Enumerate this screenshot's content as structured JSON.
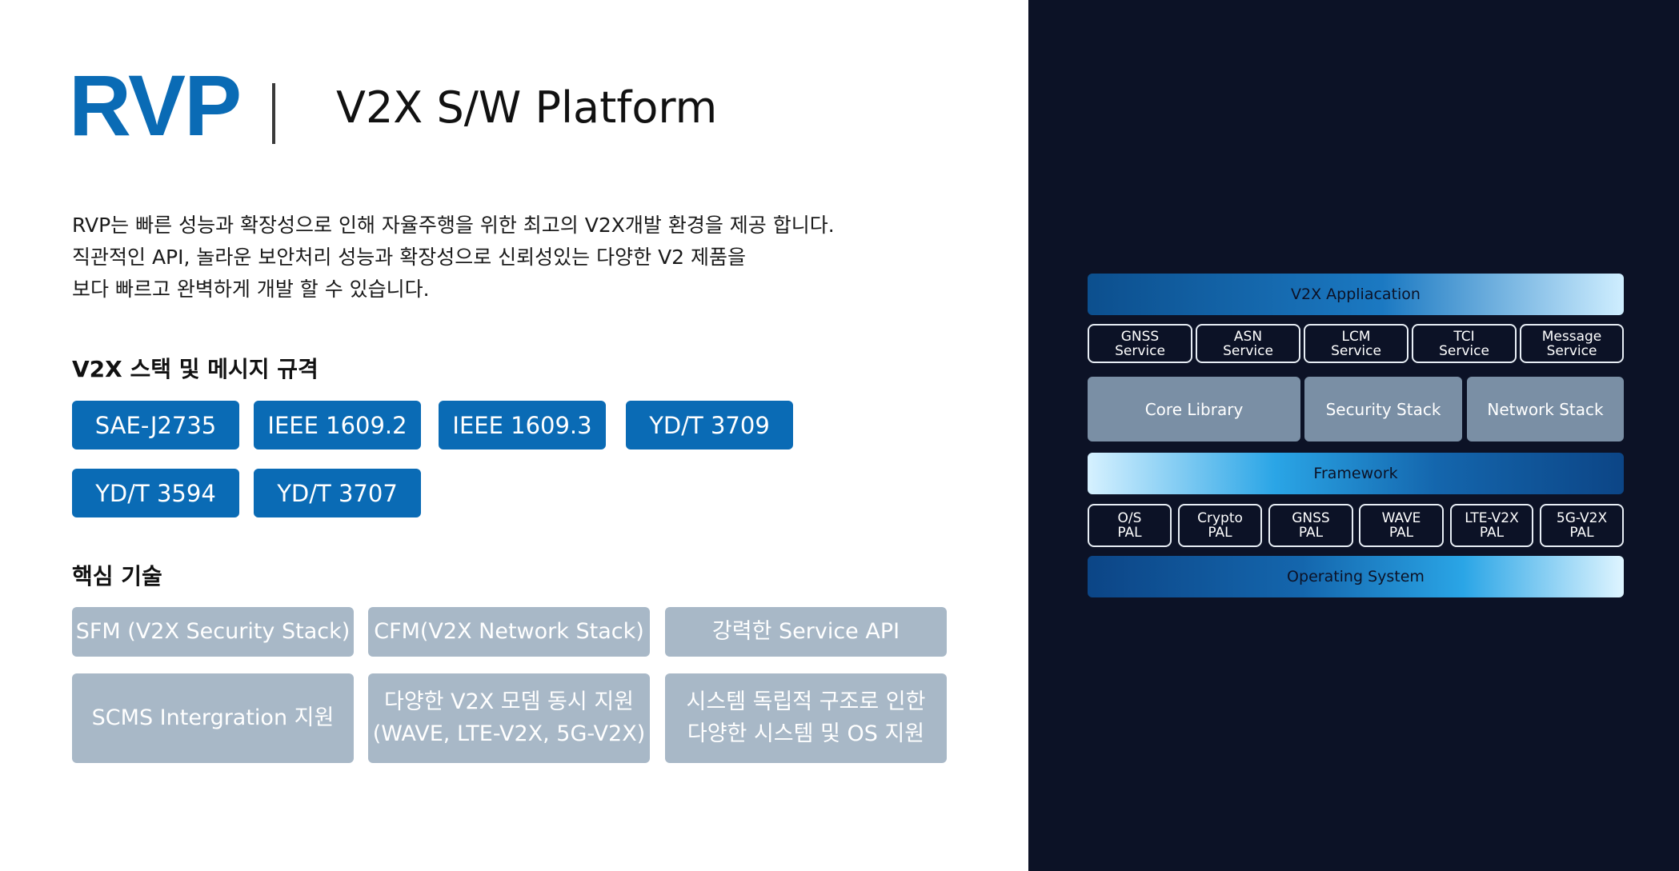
{
  "header": {
    "brand": "RVP",
    "subtitle": "V2X S/W Platform"
  },
  "intro": {
    "lines": [
      "RVP는 빠른 성능과 확장성으로 인해 자율주행을 위한 최고의 V2X개발 환경을 제공 합니다.",
      "직관적인 API, 놀라운 보안처리 성능과 확장성으로 신뢰성있는 다양한 V2 제품을",
      "보다 빠르고 완벽하게 개발 할 수 있습니다."
    ]
  },
  "standards": {
    "title": "V2X 스택 및 메시지 규격",
    "tags": [
      "SAE-J2735",
      "IEEE 1609.2",
      "IEEE 1609.3",
      "YD/T 3709",
      "YD/T 3594",
      "YD/T 3707"
    ]
  },
  "core_tech": {
    "title": "핵심 기술",
    "items": [
      {
        "line1": "SFM (V2X Security Stack)",
        "line2": ""
      },
      {
        "line1": "CFM(V2X Network Stack)",
        "line2": ""
      },
      {
        "line1": "강력한 Service API",
        "line2": ""
      },
      {
        "line1": "SCMS Intergration 지원",
        "line2": ""
      },
      {
        "line1": "다양한 V2X 모뎀 동시 지원",
        "line2": "(WAVE, LTE-V2X, 5G-V2X)"
      },
      {
        "line1": "시스템 독립적 구조로 인한",
        "line2": "다양한 시스템 및 OS 지원"
      }
    ]
  },
  "diagram": {
    "application": "V2X Appliacation",
    "services": [
      {
        "l1": "GNSS",
        "l2": "Service"
      },
      {
        "l1": "ASN",
        "l2": "Service"
      },
      {
        "l1": "LCM",
        "l2": "Service"
      },
      {
        "l1": "TCI",
        "l2": "Service"
      },
      {
        "l1": "Message",
        "l2": "Service"
      }
    ],
    "libraries": [
      "Core Library",
      "Security Stack",
      "Network Stack"
    ],
    "framework": "Framework",
    "pals": [
      {
        "l1": "O/S",
        "l2": "PAL"
      },
      {
        "l1": "Crypto",
        "l2": "PAL"
      },
      {
        "l1": "GNSS",
        "l2": "PAL"
      },
      {
        "l1": "WAVE",
        "l2": "PAL"
      },
      {
        "l1": "LTE-V2X",
        "l2": "PAL"
      },
      {
        "l1": "5G-V2X",
        "l2": "PAL"
      }
    ],
    "os": "Operating System"
  },
  "colors": {
    "brand_blue": "#0a6bb5",
    "tech_gray": "#a8b8c7",
    "dark_bg": "#0c1226",
    "library_gray": "#7a8fa5"
  }
}
